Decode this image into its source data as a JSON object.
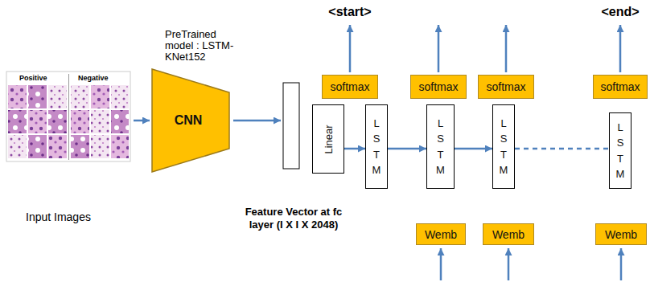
{
  "diagram": {
    "nodes": [
      {
        "text": [
          "CNN"
        ]
      },
      {
        "text": [
          "Linear"
        ]
      },
      {
        "text": [
          "LSTM"
        ]
      },
      {
        "text": [
          "LSTM"
        ]
      },
      {
        "text": [
          "LSTM"
        ]
      },
      {
        "text": [
          "LSTM"
        ]
      },
      {
        "text": [
          "softmax"
        ]
      },
      {
        "text": [
          "softmax"
        ]
      },
      {
        "text": [
          "softmax"
        ]
      },
      {
        "text": [
          "softmax"
        ]
      },
      {
        "text": [
          "Wemb"
        ]
      },
      {
        "text": [
          "Wemb"
        ]
      },
      {
        "text": [
          "Wemb"
        ]
      }
    ],
    "edges": [
      {
        "from": 1,
        "to": 2,
        "arrow": "to"
      },
      {
        "from": 2,
        "to": 3,
        "arrow": "to"
      },
      {
        "from": 3,
        "to": 4,
        "arrow": "to"
      },
      {
        "from": 4,
        "to": 5,
        "arrow": "none"
      }
    ],
    "labels": [
      "<start>",
      "<end>",
      "Positive",
      "Negative",
      "PreTrained model : LSTM-KNet152",
      "Input Images",
      "Feature Vector at fc layer (I X I X 2048)"
    ]
  }
}
